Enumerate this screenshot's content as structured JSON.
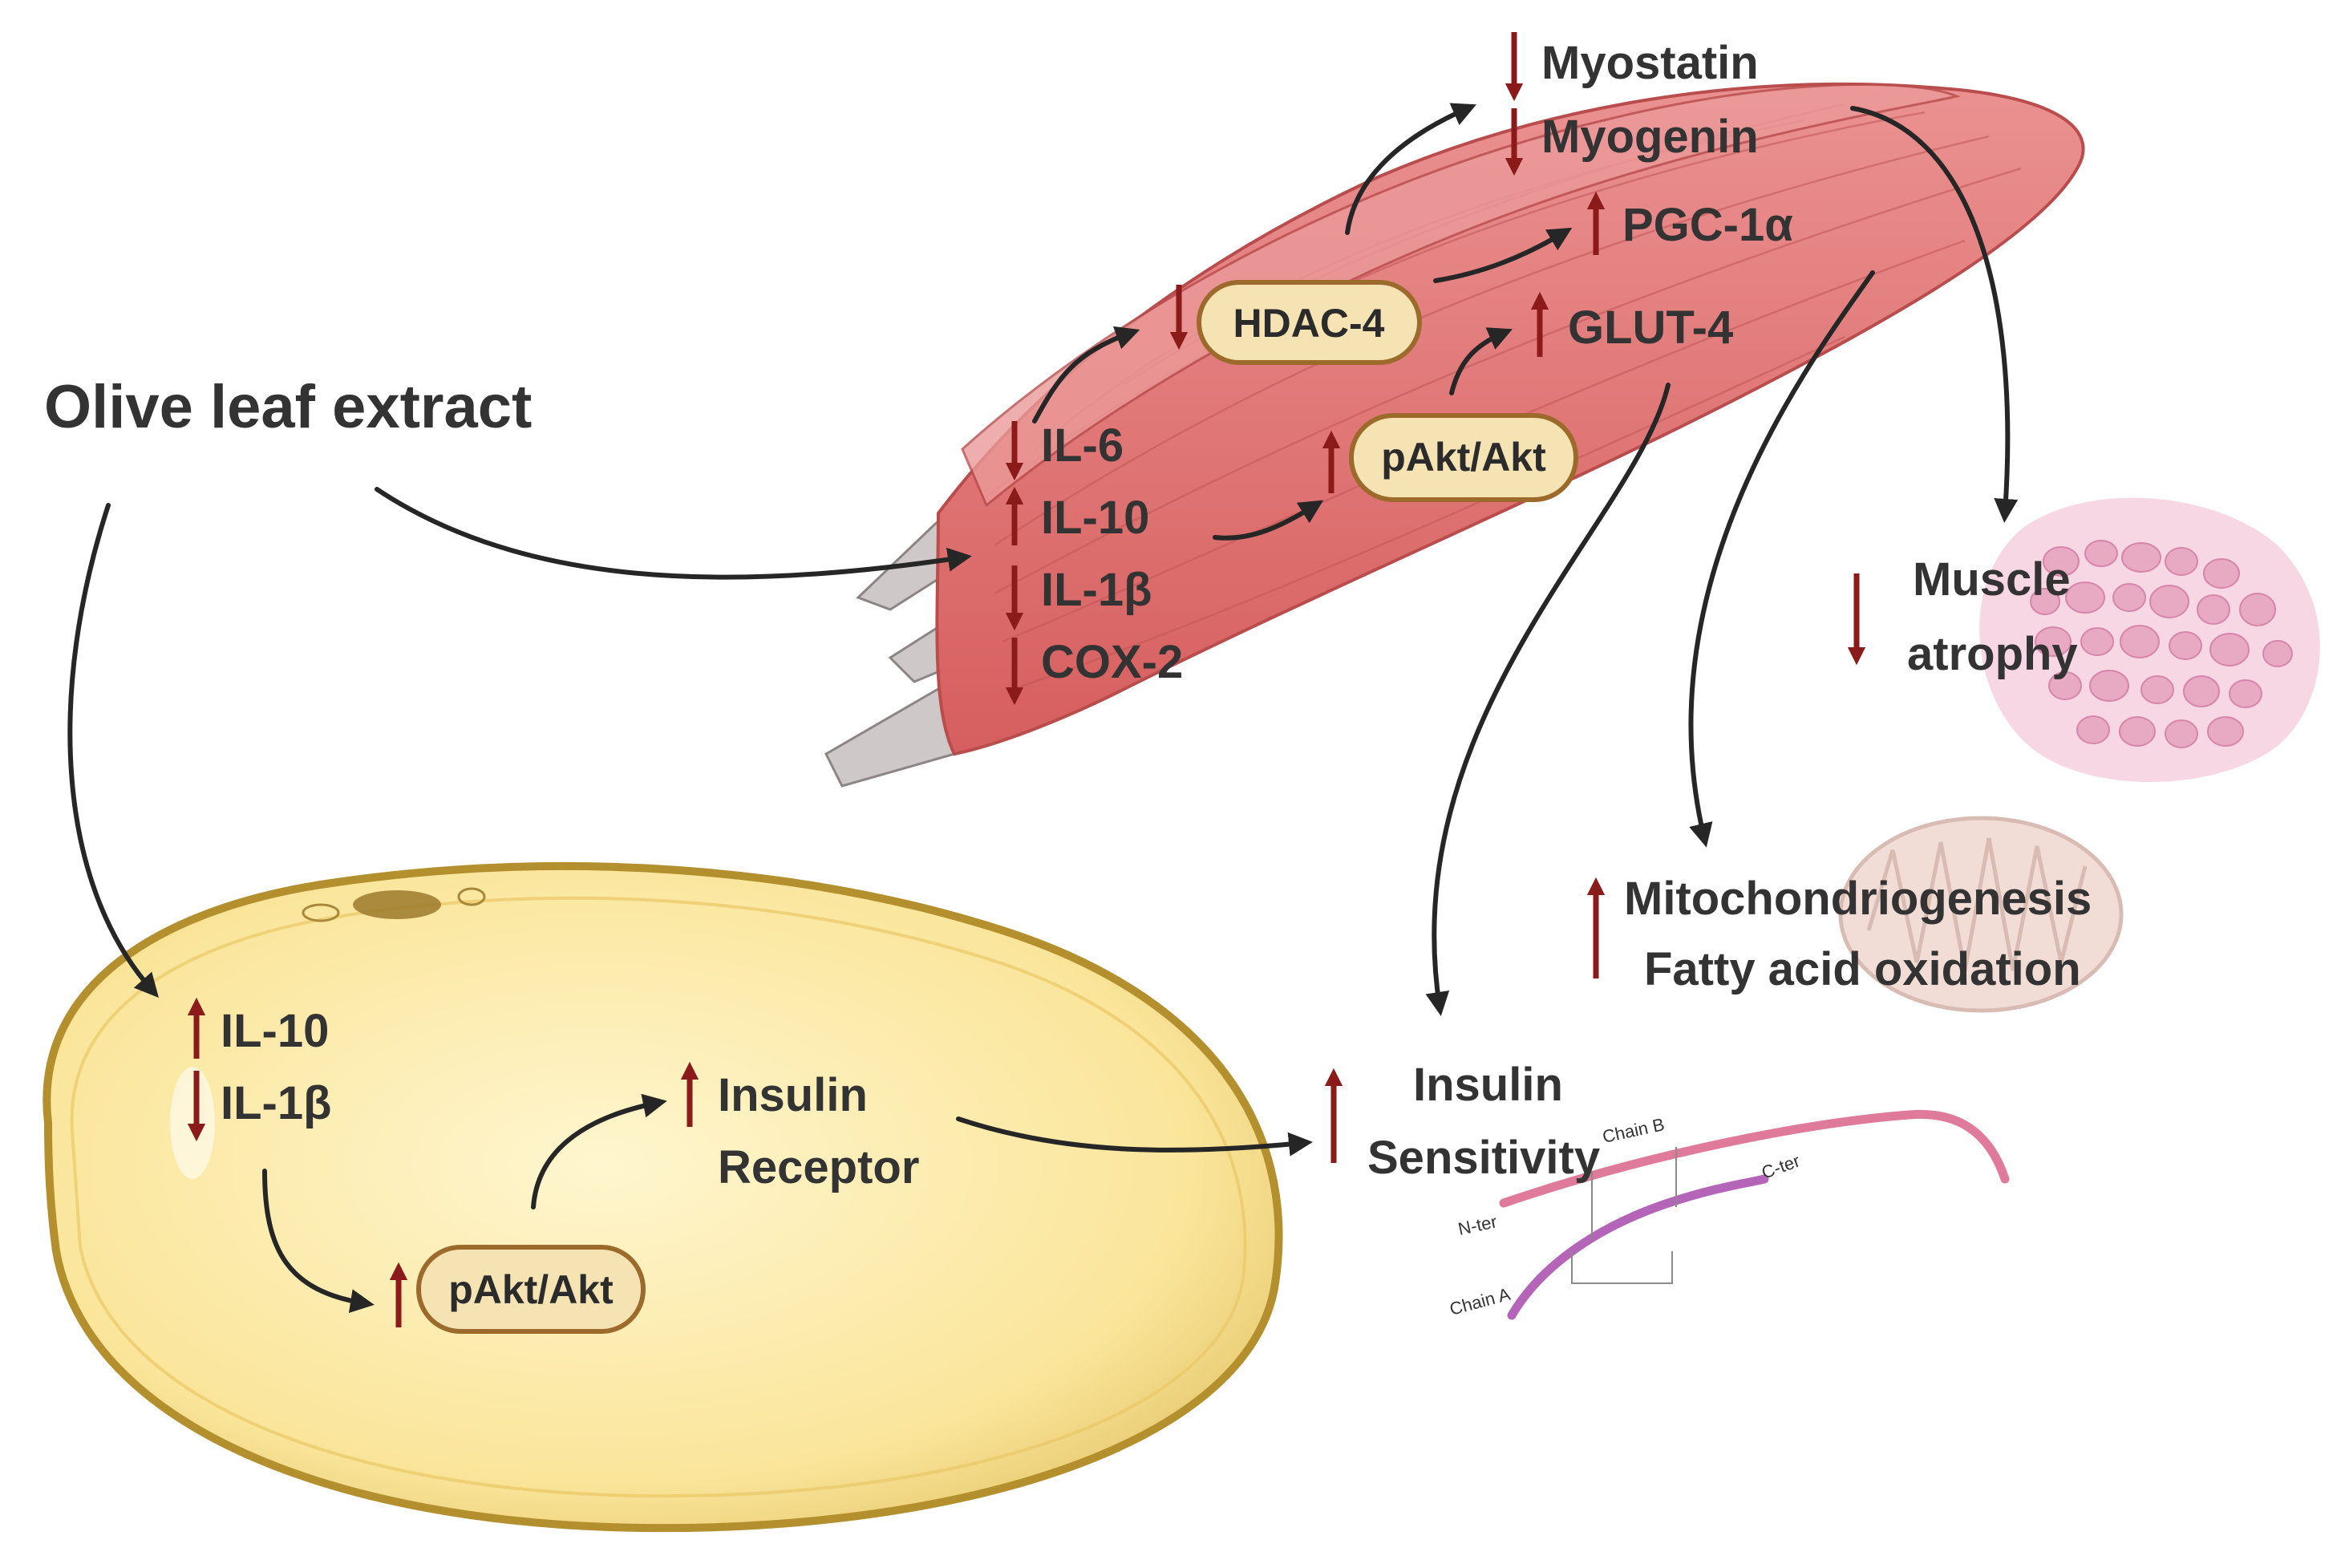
{
  "title": "Olive leaf extract",
  "colors": {
    "arrow_up": "#8b1a1a",
    "arrow_down": "#8b1a1a",
    "muscle": "#e27a7a",
    "tendon": "#c9c2c2",
    "adipocyte": "#fbe9a6",
    "adipocyte_border": "#c9a84a",
    "pill_fill": "#f5e3b3",
    "pill_border": "#9c6b2c",
    "flow_arrow": "#262626"
  },
  "muscle": {
    "cytokines": [
      {
        "label": "IL-6",
        "direction": "down"
      },
      {
        "label": "IL-10",
        "direction": "up"
      },
      {
        "label": "IL-1β",
        "direction": "down"
      },
      {
        "label": "COX-2",
        "direction": "down"
      }
    ],
    "hdac4": {
      "label": "HDAC-4",
      "direction": "down"
    },
    "pakt": {
      "label": "pAkt/Akt",
      "direction": "up"
    },
    "myostatin": {
      "label": "Myostatin",
      "direction": "down"
    },
    "myogenin": {
      "label": "Myogenin",
      "direction": "down"
    },
    "pgc1a": {
      "label": "PGC-1α",
      "direction": "up"
    },
    "glut4": {
      "label": "GLUT-4",
      "direction": "up"
    }
  },
  "adipocyte": {
    "cytokines": [
      {
        "label": "IL-10",
        "direction": "up"
      },
      {
        "label": "IL-1β",
        "direction": "down"
      }
    ],
    "pakt": {
      "label": "pAkt/Akt",
      "direction": "up"
    },
    "insulin_receptor": {
      "line1": "Insulin",
      "line2": "Receptor",
      "direction": "up"
    }
  },
  "outcomes": {
    "muscle_atrophy": {
      "line1": "Muscle",
      "line2": "atrophy",
      "direction": "down"
    },
    "mitochondria": {
      "line1": "Mitochondriogenesis",
      "line2": "Fatty acid oxidation",
      "direction": "up"
    },
    "insulin_sensitivity": {
      "line1": "Insulin",
      "line2": "Sensitivity",
      "direction": "up"
    }
  },
  "insulin_molecule": {
    "chain_b": "Chain B",
    "chain_a": "Chain A",
    "n_ter": "N-ter",
    "c_ter": "C-ter"
  }
}
